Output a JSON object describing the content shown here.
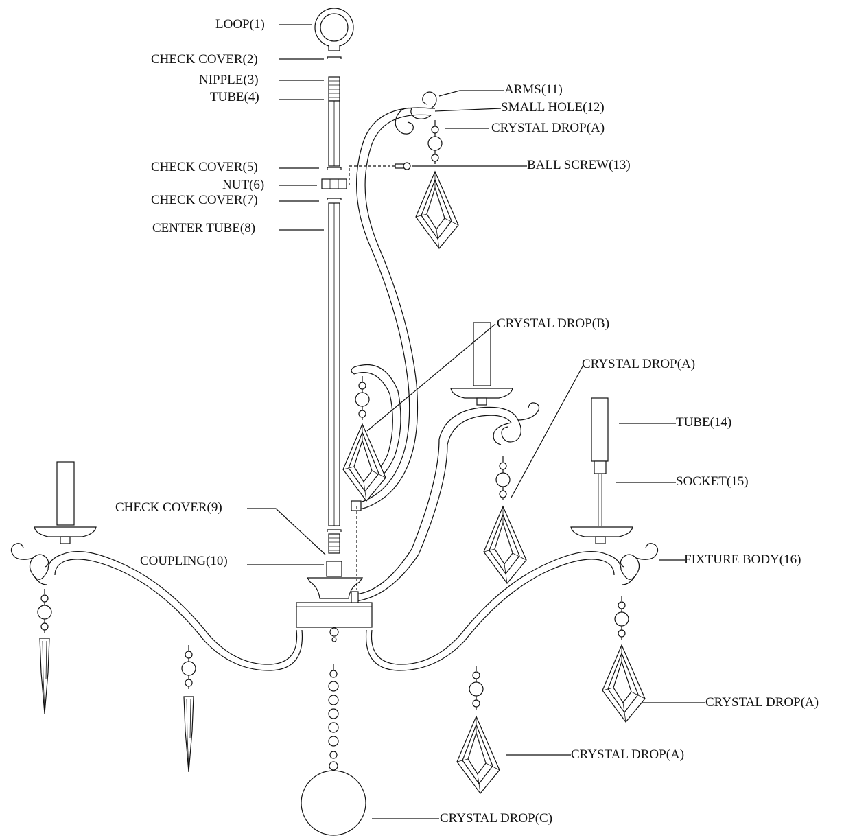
{
  "labels": {
    "loop": "LOOP(1)",
    "check_cover_2": "CHECK COVER(2)",
    "nipple": "NIPPLE(3)",
    "tube_4": "TUBE(4)",
    "check_cover_5": "CHECK COVER(5)",
    "nut": "NUT(6)",
    "check_cover_7": "CHECK COVER(7)",
    "center_tube": "CENTER TUBE(8)",
    "check_cover_9": "CHECK COVER(9)",
    "coupling": "COUPLING(10)",
    "arms": "ARMS(11)",
    "small_hole": "SMALL HOLE(12)",
    "crystal_drop_a_top": "CRYSTAL DROP(A)",
    "ball_screw": "BALL SCREW(13)",
    "crystal_drop_b": "CRYSTAL DROP(B)",
    "crystal_drop_a_mid": "CRYSTAL DROP(A)",
    "tube_14": "TUBE(14)",
    "socket": "SOCKET(15)",
    "fixture_body": "FIXTURE BODY(16)",
    "crystal_drop_a_right": "CRYSTAL DROP(A)",
    "crystal_drop_a_bottom": "CRYSTAL DROP(A)",
    "crystal_drop_c": "CRYSTAL DROP(C)"
  }
}
